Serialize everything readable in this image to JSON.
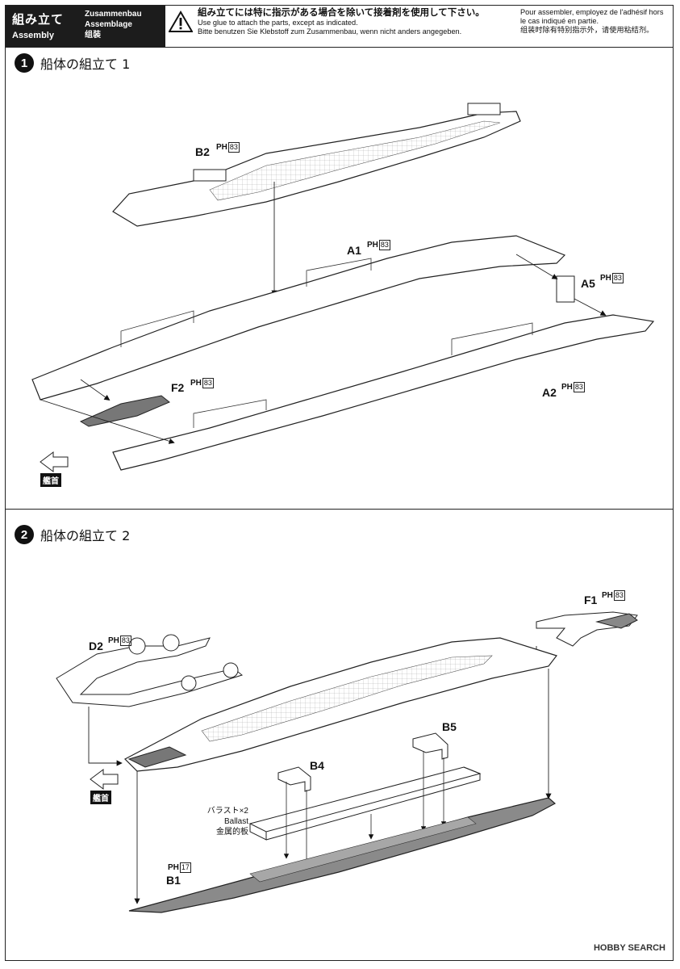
{
  "header": {
    "title_jp": "組み立て",
    "title_en": "Assembly",
    "title_de": "Zusammenbau",
    "title_fr": "Assemblage",
    "title_cn": "组装",
    "notice_jp": "組み立てには特に指示がある場合を除いて接着剤を使用して下さい。",
    "notice_en": "Use glue to attach the parts, except as indicated.",
    "notice_de": "Bitte benutzen Sie Klebstoff zum Zusammenbau, wenn nicht anders angegeben.",
    "notice_fr1": "Pour assembler, employez de l'adhésif hors",
    "notice_fr2": "le cas indiqué en partie.",
    "notice_cn": "组装时除有特别指示外，请使用粘结剂。"
  },
  "steps": [
    {
      "number": "1",
      "title": "船体の組立て 1"
    },
    {
      "number": "2",
      "title": "船体の組立て 2"
    }
  ],
  "step1_parts": [
    {
      "id": "B2",
      "ph": "83"
    },
    {
      "id": "A1",
      "ph": "83"
    },
    {
      "id": "A5",
      "ph": "83"
    },
    {
      "id": "F2",
      "ph": "83"
    },
    {
      "id": "A2",
      "ph": "83"
    }
  ],
  "step2_parts": [
    {
      "id": "F1",
      "ph": "83"
    },
    {
      "id": "D2",
      "ph": "83"
    },
    {
      "id": "B5",
      "ph": ""
    },
    {
      "id": "B4",
      "ph": ""
    },
    {
      "id": "B1",
      "ph": "17"
    }
  ],
  "ph_prefix": "PH",
  "bow_label": "艦首",
  "ballast": {
    "line1": "バラスト×2",
    "line2": "Ballast",
    "line3": "金属的板"
  },
  "watermark": "HOBBY SEARCH"
}
